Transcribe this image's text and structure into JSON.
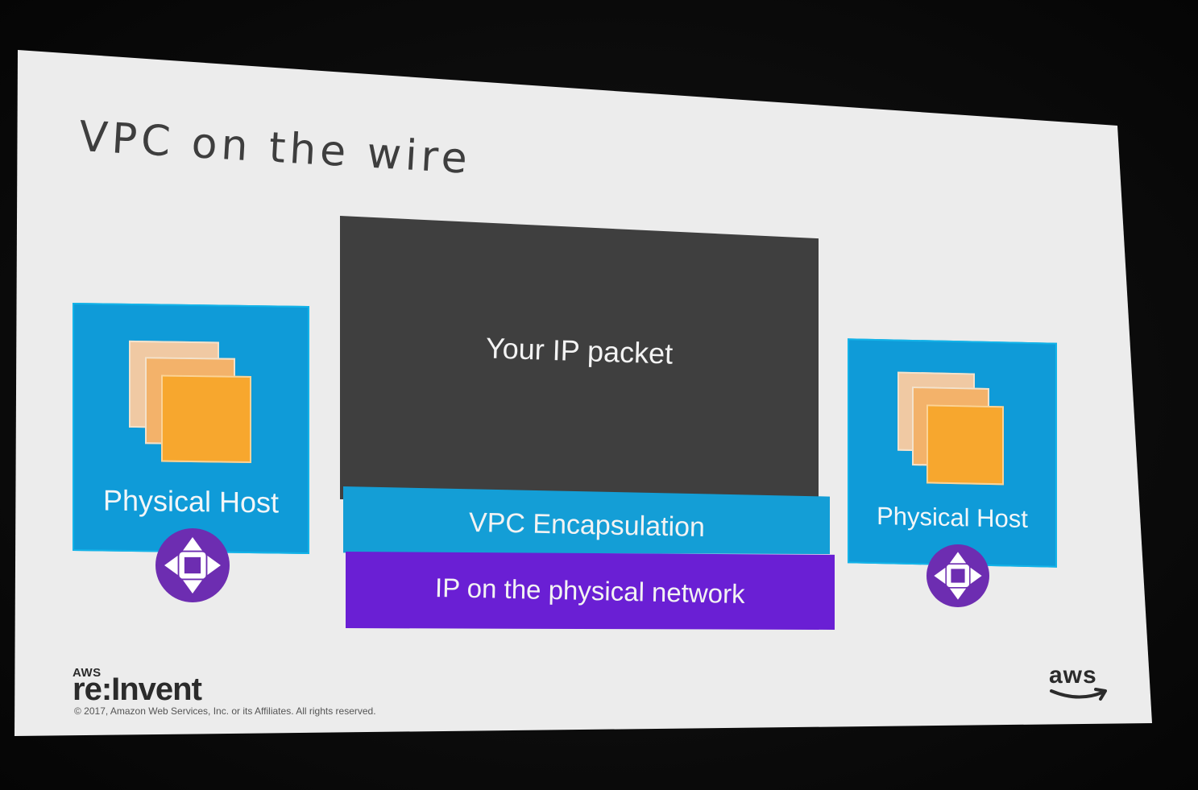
{
  "slide": {
    "title": "VPC on the wire"
  },
  "hosts": {
    "left_label": "Physical Host",
    "right_label": "Physical Host"
  },
  "packet": {
    "payload": "Your IP packet",
    "encapsulation": "VPC Encapsulation",
    "transport": "IP on the physical network"
  },
  "footer": {
    "event_prefix": "AWS",
    "event_name": "re:Invent",
    "copyright": "© 2017, Amazon Web Services, Inc. or its Affiliates. All rights reserved.",
    "brand": "aws"
  },
  "colors": {
    "slide_background": "#ececec",
    "host_blue": "#0f9bd8",
    "instance_orange": "#f7a72e",
    "router_purple": "#6d2db1",
    "packet_dark": "#3f3f3f",
    "encapsulation_blue": "#149ed6",
    "physical_purple": "#6a1fd4"
  },
  "icons": [
    "instance-stack-icon",
    "router-icon",
    "aws-smile-icon"
  ]
}
